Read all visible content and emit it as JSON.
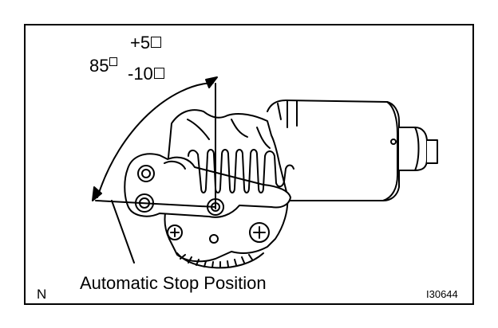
{
  "figure": {
    "angle": {
      "value": "85",
      "upper_tolerance": "+5",
      "lower_tolerance": "-10",
      "degree_symbol": "□"
    },
    "caption": "Automatic Stop Position",
    "corner_label": "N",
    "figure_code": "I30644"
  }
}
